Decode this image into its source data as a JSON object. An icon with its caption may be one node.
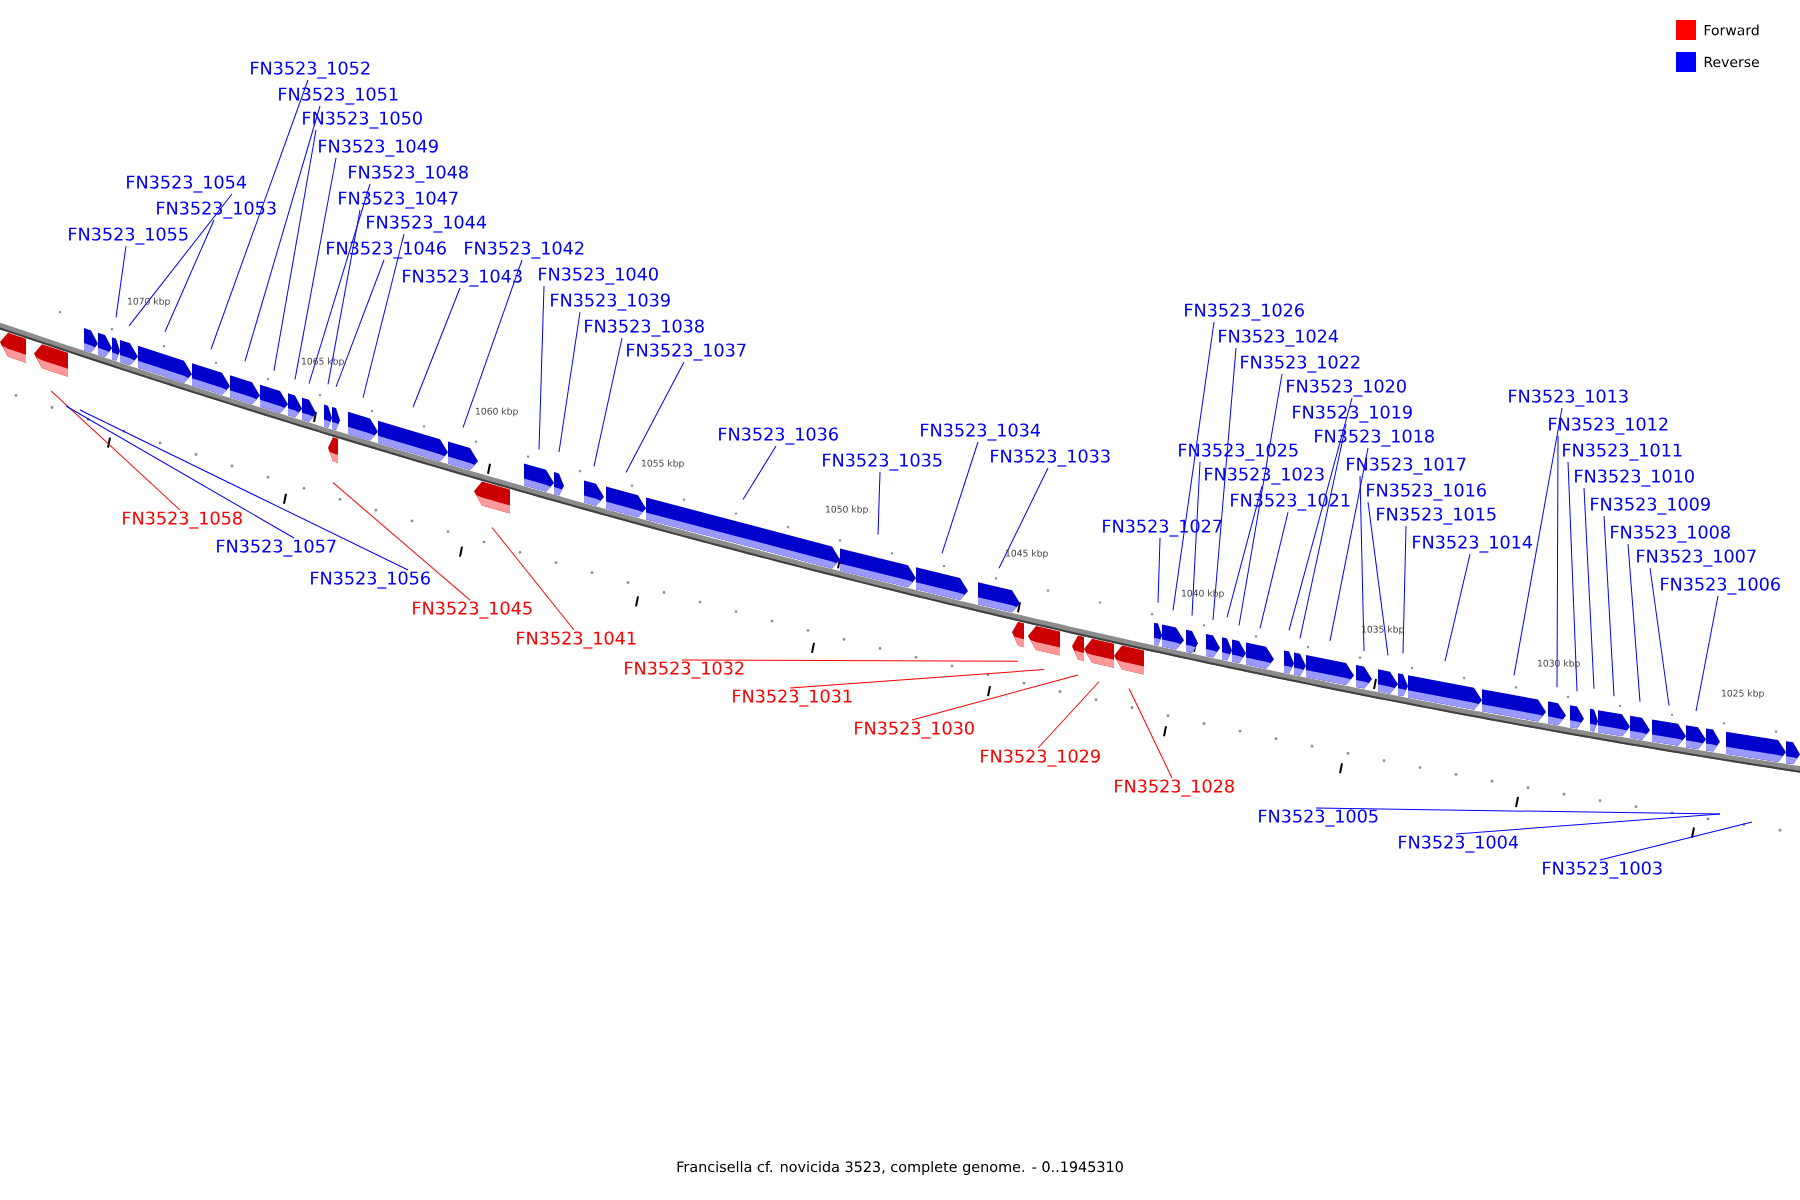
{
  "diagram": {
    "caption": "Francisella cf. novicida 3523, complete genome. - 0..1945310",
    "nodes": [
      {
        "text": [
          "FN3523_1058"
        ]
      },
      {
        "text": [
          "FN3523_1057"
        ]
      },
      {
        "text": [
          "FN3523_1056"
        ]
      },
      {
        "text": [
          "FN3523_1055"
        ]
      },
      {
        "text": [
          "FN3523_1054"
        ]
      },
      {
        "text": [
          "FN3523_1053"
        ]
      },
      {
        "text": [
          "FN3523_1052"
        ]
      },
      {
        "text": [
          "FN3523_1051"
        ]
      },
      {
        "text": [
          "FN3523_1050"
        ]
      },
      {
        "text": [
          "FN3523_1049"
        ]
      },
      {
        "text": [
          "FN3523_1048"
        ]
      },
      {
        "text": [
          "FN3523_1047"
        ]
      },
      {
        "text": [
          "FN3523_1046"
        ]
      },
      {
        "text": [
          "FN3523_1045"
        ]
      },
      {
        "text": [
          "FN3523_1044"
        ]
      },
      {
        "text": [
          "FN3523_1043"
        ]
      },
      {
        "text": [
          "FN3523_1042"
        ]
      },
      {
        "text": [
          "FN3523_1041"
        ]
      },
      {
        "text": [
          "FN3523_1040"
        ]
      },
      {
        "text": [
          "FN3523_1039"
        ]
      },
      {
        "text": [
          "FN3523_1038"
        ]
      },
      {
        "text": [
          "FN3523_1037"
        ]
      },
      {
        "text": [
          "FN3523_1036"
        ]
      },
      {
        "text": [
          "FN3523_1035"
        ]
      },
      {
        "text": [
          "FN3523_1034"
        ]
      },
      {
        "text": [
          "FN3523_1033"
        ]
      },
      {
        "text": [
          "FN3523_1032"
        ]
      },
      {
        "text": [
          "FN3523_1031"
        ]
      },
      {
        "text": [
          "FN3523_1030"
        ]
      },
      {
        "text": [
          "FN3523_1029"
        ]
      },
      {
        "text": [
          "FN3523_1028"
        ]
      },
      {
        "text": [
          "FN3523_1027"
        ]
      },
      {
        "text": [
          "FN3523_1026"
        ]
      },
      {
        "text": [
          "FN3523_1025"
        ]
      },
      {
        "text": [
          "FN3523_1024"
        ]
      },
      {
        "text": [
          "FN3523_1023"
        ]
      },
      {
        "text": [
          "FN3523_1022"
        ]
      },
      {
        "text": [
          "FN3523_1021"
        ]
      },
      {
        "text": [
          "FN3523_1020"
        ]
      },
      {
        "text": [
          "FN3523_1019"
        ]
      },
      {
        "text": [
          "FN3523_1018"
        ]
      },
      {
        "text": [
          "FN3523_1017"
        ]
      },
      {
        "text": [
          "FN3523_1016"
        ]
      },
      {
        "text": [
          "FN3523_1015"
        ]
      },
      {
        "text": [
          "FN3523_1014"
        ]
      },
      {
        "text": [
          "FN3523_1013"
        ]
      },
      {
        "text": [
          "FN3523_1012"
        ]
      },
      {
        "text": [
          "FN3523_1011"
        ]
      },
      {
        "text": [
          "FN3523_1010"
        ]
      },
      {
        "text": [
          "FN3523_1009"
        ]
      },
      {
        "text": [
          "FN3523_1008"
        ]
      },
      {
        "text": [
          "FN3523_1007"
        ]
      },
      {
        "text": [
          "FN3523_1006"
        ]
      },
      {
        "text": [
          "FN3523_1005"
        ]
      },
      {
        "text": [
          "FN3523_1004"
        ]
      },
      {
        "text": [
          "FN3523_1003"
        ]
      },
      {
        "text": [],
        "shape": "block"
      },
      {
        "text": [],
        "shape": "block"
      },
      {
        "text": [],
        "shape": "block"
      },
      {
        "text": [],
        "shape": "block"
      },
      {
        "text": [],
        "shape": "block"
      },
      {
        "text": [],
        "shape": "block"
      },
      {
        "text": [],
        "shape": "block"
      },
      {
        "text": [],
        "shape": "block"
      },
      {
        "text": [],
        "shape": "block"
      },
      {
        "text": [],
        "shape": "block"
      },
      {
        "text": [],
        "shape": "block"
      },
      {
        "text": [],
        "shape": "block"
      },
      {
        "text": [],
        "shape": "block"
      },
      {
        "text": [],
        "shape": "block"
      },
      {
        "text": [],
        "shape": "block"
      },
      {
        "text": [],
        "shape": "block"
      },
      {
        "text": [],
        "shape": "block"
      },
      {
        "text": [],
        "shape": "block"
      },
      {
        "text": [],
        "shape": "block"
      },
      {
        "text": [],
        "shape": "block"
      },
      {
        "text": [],
        "shape": "block"
      },
      {
        "text": [],
        "shape": "block"
      },
      {
        "text": [],
        "shape": "block"
      },
      {
        "text": [],
        "shape": "block"
      },
      {
        "text": [],
        "shape": "block"
      },
      {
        "text": [],
        "shape": "block"
      },
      {
        "text": [],
        "shape": "block"
      },
      {
        "text": [],
        "shape": "block"
      },
      {
        "text": [],
        "shape": "block"
      },
      {
        "text": [],
        "shape": "block"
      },
      {
        "text": [],
        "shape": "block"
      },
      {
        "text": [],
        "shape": "block"
      },
      {
        "text": [],
        "shape": "block"
      },
      {
        "text": [],
        "shape": "block"
      },
      {
        "text": [],
        "shape": "block"
      },
      {
        "text": [],
        "shape": "block"
      },
      {
        "text": [],
        "shape": "block"
      },
      {
        "text": [],
        "shape": "block"
      },
      {
        "text": [],
        "shape": "block"
      },
      {
        "text": [],
        "shape": "block"
      },
      {
        "text": [],
        "shape": "block"
      },
      {
        "text": [],
        "shape": "block"
      },
      {
        "text": [],
        "shape": "block"
      },
      {
        "text": [],
        "shape": "block"
      },
      {
        "text": [],
        "shape": "block"
      },
      {
        "text": [],
        "shape": "block"
      },
      {
        "text": [],
        "shape": "block"
      },
      {
        "text": [],
        "shape": "block"
      },
      {
        "text": [],
        "shape": "block"
      },
      {
        "text": [],
        "shape": "block"
      },
      {
        "text": [],
        "shape": "block"
      },
      {
        "text": [],
        "shape": "block"
      },
      {
        "text": [],
        "shape": "block"
      },
      {
        "text": [],
        "shape": "block"
      },
      {
        "text": [],
        "shape": "block"
      },
      {
        "text": [],
        "shape": "block"
      },
      {
        "text": [],
        "shape": "block"
      }
    ],
    "edges": [
      {
        "from": 0,
        "to": 57,
        "arrow": "none",
        "color": "#ff0000"
      },
      {
        "from": 1,
        "to": null,
        "arrow": "none"
      },
      {
        "from": 2,
        "to": null,
        "arrow": "none"
      },
      {
        "from": 3,
        "to": 60,
        "arrow": "none"
      },
      {
        "from": 4,
        "to": 61,
        "arrow": "none"
      },
      {
        "from": 5,
        "to": 62,
        "arrow": "none"
      },
      {
        "from": 6,
        "to": 63,
        "arrow": "none"
      },
      {
        "from": 7,
        "to": 64,
        "arrow": "none"
      },
      {
        "from": 8,
        "to": 65,
        "arrow": "none"
      },
      {
        "from": 9,
        "to": 66,
        "arrow": "none"
      },
      {
        "from": 10,
        "to": 67,
        "arrow": "none"
      },
      {
        "from": 11,
        "to": 68,
        "arrow": "none"
      },
      {
        "from": 12,
        "to": 69,
        "arrow": "none"
      },
      {
        "from": 13,
        "to": 70,
        "arrow": "none",
        "color": "#ff0000"
      },
      {
        "from": 14,
        "to": 71,
        "arrow": "none"
      },
      {
        "from": 15,
        "to": 72,
        "arrow": "none"
      },
      {
        "from": 16,
        "to": 73,
        "arrow": "none"
      },
      {
        "from": 17,
        "to": 74,
        "arrow": "none",
        "color": "#ff0000"
      },
      {
        "from": 18,
        "to": 75,
        "arrow": "none"
      },
      {
        "from": 19,
        "to": 76,
        "arrow": "none"
      },
      {
        "from": 20,
        "to": 77,
        "arrow": "none"
      },
      {
        "from": 21,
        "to": 78,
        "arrow": "none"
      },
      {
        "from": 22,
        "to": 79,
        "arrow": "none"
      },
      {
        "from": 23,
        "to": 80,
        "arrow": "none"
      },
      {
        "from": 24,
        "to": 81,
        "arrow": "none"
      },
      {
        "from": 25,
        "to": 82,
        "arrow": "none"
      },
      {
        "from": 26,
        "to": 83,
        "arrow": "none",
        "color": "#ff0000"
      },
      {
        "from": 27,
        "to": 84,
        "arrow": "none",
        "color": "#ff0000"
      },
      {
        "from": 28,
        "to": 85,
        "arrow": "none",
        "color": "#ff0000"
      },
      {
        "from": 29,
        "to": 86,
        "arrow": "none",
        "color": "#ff0000"
      },
      {
        "from": 30,
        "to": 87,
        "arrow": "none",
        "color": "#ff0000"
      },
      {
        "from": 31,
        "to": 88,
        "arrow": "none"
      },
      {
        "from": 32,
        "to": 89,
        "arrow": "none"
      },
      {
        "from": 33,
        "to": 90,
        "arrow": "none"
      },
      {
        "from": 34,
        "to": 91,
        "arrow": "none"
      },
      {
        "from": 35,
        "to": 92,
        "arrow": "none"
      },
      {
        "from": 36,
        "to": 93,
        "arrow": "none"
      },
      {
        "from": 37,
        "to": 94,
        "arrow": "none"
      },
      {
        "from": 38,
        "to": 95,
        "arrow": "none"
      },
      {
        "from": 39,
        "to": 96,
        "arrow": "none"
      },
      {
        "from": 40,
        "to": 97,
        "arrow": "none"
      },
      {
        "from": 41,
        "to": 98,
        "arrow": "none"
      },
      {
        "from": 42,
        "to": 99,
        "arrow": "none"
      },
      {
        "from": 43,
        "to": 100,
        "arrow": "none"
      },
      {
        "from": 44,
        "to": 101,
        "arrow": "none"
      },
      {
        "from": 45,
        "to": 102,
        "arrow": "none"
      },
      {
        "from": 46,
        "to": 103,
        "arrow": "none"
      },
      {
        "from": 47,
        "to": 104,
        "arrow": "none"
      },
      {
        "from": 48,
        "to": 105,
        "arrow": "none"
      },
      {
        "from": 49,
        "to": 106,
        "arrow": "none"
      },
      {
        "from": 50,
        "to": 107,
        "arrow": "none"
      },
      {
        "from": 51,
        "to": 108,
        "arrow": "none"
      },
      {
        "from": 52,
        "to": 109,
        "arrow": "none"
      },
      {
        "from": 53,
        "to": null,
        "arrow": "none"
      },
      {
        "from": 54,
        "to": null,
        "arrow": "none"
      },
      {
        "from": 55,
        "to": null,
        "arrow": "none"
      }
    ],
    "labels": [
      "1070 kbp",
      "1065 kbp",
      "1060 kbp",
      "1055 kbp",
      "1050 kbp",
      "1045 kbp",
      "1040 kbp",
      "1035 kbp",
      "1030 kbp",
      "1025 kbp"
    ],
    "legend": [
      {
        "text": "Forward",
        "color": "#ff0000"
      },
      {
        "text": "Reverse",
        "color": "#0000ff"
      }
    ]
  }
}
